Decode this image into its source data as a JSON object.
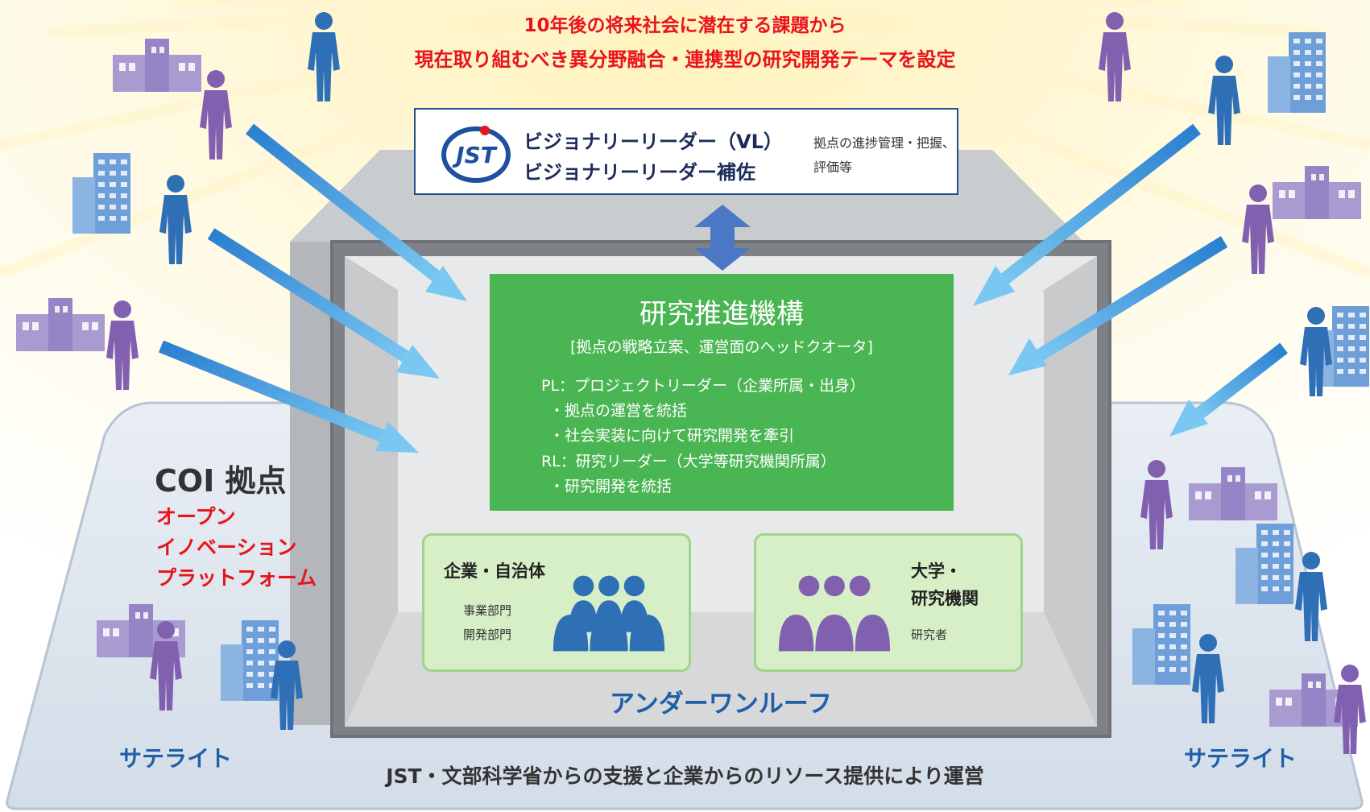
{
  "headline": {
    "line1": "10年後の将来社会に潜在する課題から",
    "line2": "現在取り組むべき異分野融合・連携型の研究開発テーマを設定"
  },
  "vl_box": {
    "logo_text": "JST",
    "title_line1": "ビジョナリーリーダー（VL）",
    "title_line2": "ビジョナリーリーダー補佐",
    "desc_line1": "拠点の進捗管理・把握、",
    "desc_line2": "評価等"
  },
  "org": {
    "title": "研究推進機構",
    "subtitle": "[拠点の戦略立案、運営面のヘッドクオータ]",
    "lines": [
      "PL：プロジェクトリーダー（企業所属・出身）",
      "・拠点の運営を統括",
      "・社会実装に向けて研究開発を牽引",
      "RL：研究リーダー（大学等研究機関所属）",
      "・研究開発を統括"
    ]
  },
  "corp": {
    "title": "企業・自治体",
    "sub1": "事業部門",
    "sub2": "開発部門"
  },
  "univ": {
    "title1": "大学・",
    "title2": "研究機関",
    "sub": "研究者"
  },
  "under_one_roof": "アンダーワンルーフ",
  "coi": {
    "title": "COI 拠点",
    "line1": "オープン",
    "line2": "イノベーション",
    "line3": "プラットフォーム"
  },
  "satellite_left": "サテライト",
  "satellite_right": "サテライト",
  "bottom_text": "JST・文部科学省からの支援と企業からのリソース提供により運営",
  "colors": {
    "headline": "#e8141b",
    "org_green": "#4ab553",
    "sub_box": "#d7efc7",
    "arrow": "#4aa3e0",
    "blue_person": "#2f6fb6",
    "purple_person": "#8260b0",
    "platform": "#dfe7f0"
  }
}
